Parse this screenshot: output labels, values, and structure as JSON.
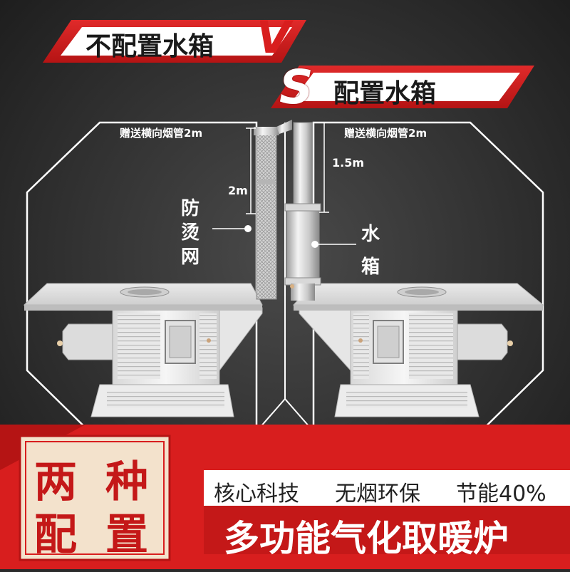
{
  "header": {
    "left_label": "不配置水箱",
    "vs_v": "V",
    "vs_s": "S",
    "right_label": "配置水箱"
  },
  "left_stove": {
    "pipe_gift_label": "赠送横向烟管2m",
    "pipe_height_label": "2m",
    "guard_label": [
      "防",
      "烫",
      "网"
    ]
  },
  "right_stove": {
    "pipe_gift_label": "赠送横向烟管2m",
    "pipe_height_label": "1.5m",
    "tank_label": [
      "水",
      "箱"
    ]
  },
  "footer": {
    "badge_chars": [
      "两",
      "种",
      "配",
      "置"
    ],
    "features": [
      "核心科技",
      "无烟环保",
      "节能40%"
    ],
    "product_name": "多功能气化取暖炉"
  },
  "colors": {
    "brand_red": "#d81e1e",
    "dark_bg": "#2a2a2a",
    "banner_white": "#ffffff",
    "badge_bg": "#f3e2cc"
  }
}
